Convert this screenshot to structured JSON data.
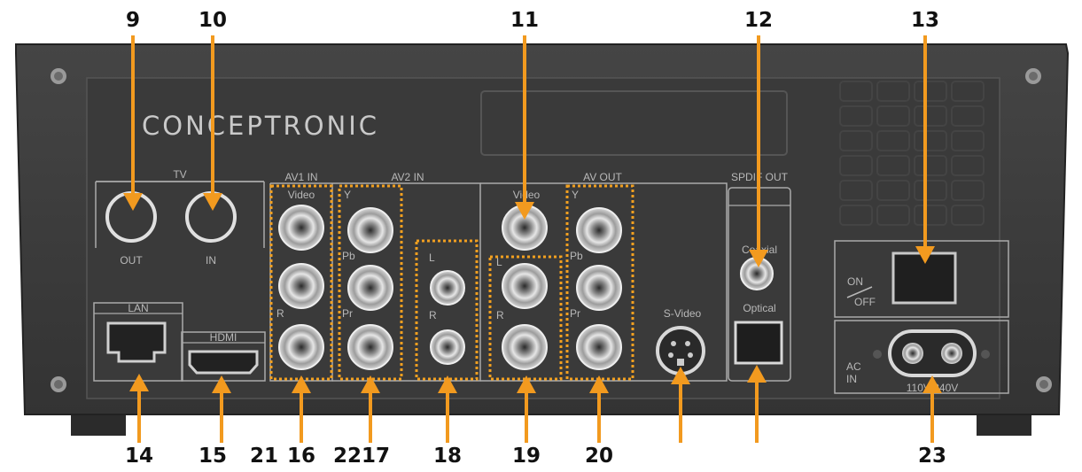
{
  "brand": "CONCEPTRONIC",
  "colors": {
    "panel": "#3b3b3b",
    "panel_edge": "#2a2a2a",
    "callout": "#f29a1f",
    "dotted_box": "#f2a020",
    "label": "#b8b8b8",
    "number": "#111111"
  },
  "sections": {
    "tv": "TV",
    "av1_in": "AV1 IN",
    "av2_in": "AV2 IN",
    "av_out": "AV OUT",
    "spdif_out": "SPDIF OUT",
    "lan": "LAN",
    "hdmi": "HDMI"
  },
  "labels": {
    "tv_out": "OUT",
    "tv_in": "IN",
    "av1_video": "Video",
    "av1_r": "R",
    "av2_y": "Y",
    "av2_pb": "Pb",
    "av2_pr": "Pr",
    "av2_l": "L",
    "av2_r": "R",
    "avout_video": "Video",
    "avout_l": "L",
    "avout_r": "R",
    "avout_y": "Y",
    "avout_pb": "Pb",
    "avout_pr": "Pr",
    "svideo": "S-Video",
    "coaxial": "Coaxial",
    "optical": "Optical",
    "on": "ON",
    "off": "OFF",
    "ac": "AC",
    "ac_in": "IN",
    "voltage": "110V-240V"
  },
  "callouts": {
    "n9": "9",
    "n10": "10",
    "n11": "11",
    "n12": "12",
    "n13": "13",
    "n14": "14",
    "n15": "15",
    "n21": "21",
    "n16": "16",
    "n22": "22",
    "n17": "17",
    "n18": "18",
    "n19": "19",
    "n20": "20",
    "n23": "23"
  }
}
